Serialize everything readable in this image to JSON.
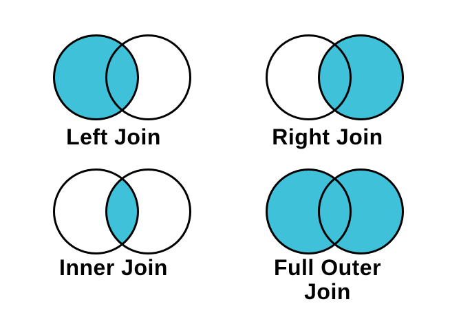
{
  "page": {
    "background_color": "#FFFFFF"
  },
  "style": {
    "highlight_color": "#40C1DA",
    "unhighlighted_fill": "#FFFFFF",
    "outline_color": "#000000",
    "outline_width": 3,
    "text_color": "#000000"
  },
  "diagrams": [
    {
      "id": "left-join",
      "label": "Left Join",
      "highlight": "left-circle"
    },
    {
      "id": "right-join",
      "label": "Right Join",
      "highlight": "right-circle"
    },
    {
      "id": "inner-join",
      "label": "Inner Join",
      "highlight": "intersection"
    },
    {
      "id": "full-outer-join",
      "label": "Full Outer\nJoin",
      "highlight": "both-circles"
    }
  ]
}
